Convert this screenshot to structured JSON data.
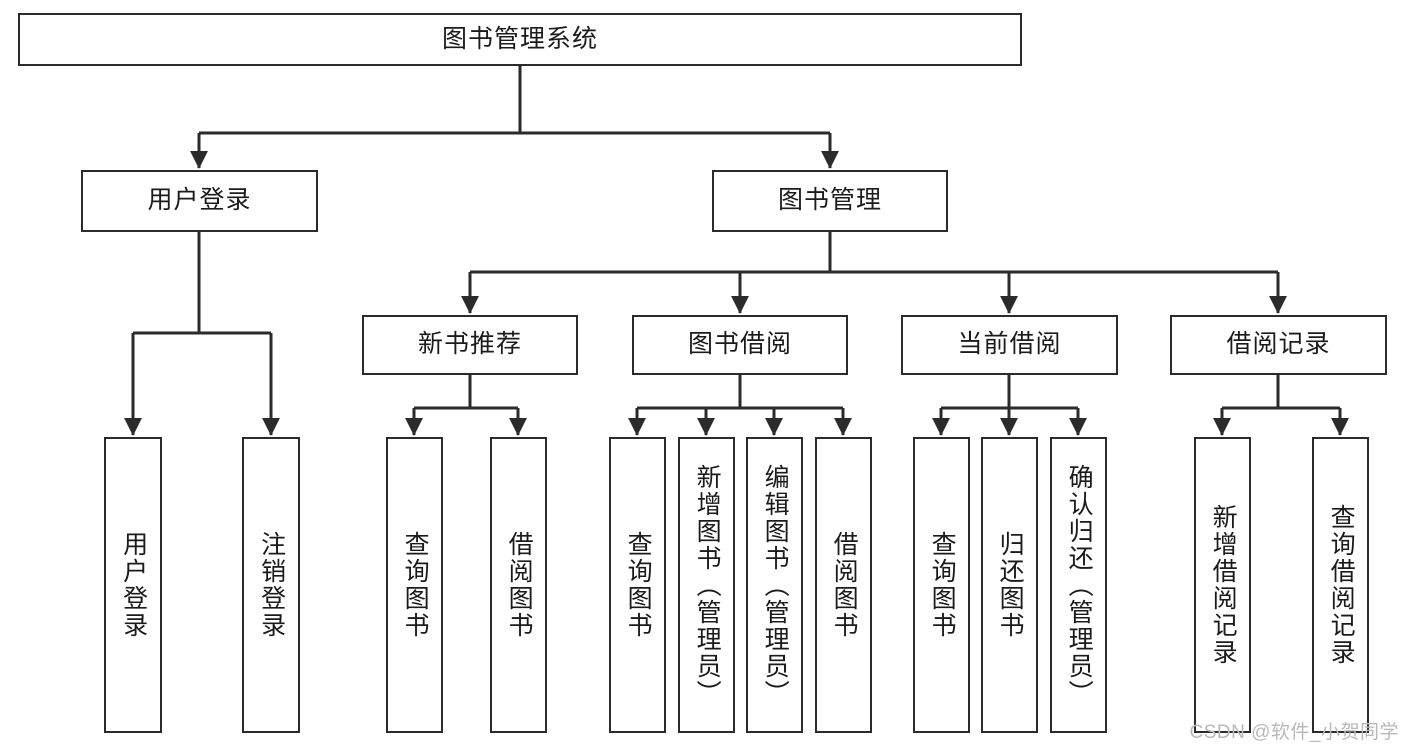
{
  "diagram": {
    "type": "tree",
    "title": "图书管理系统",
    "root": {
      "id": "root",
      "label": "图书管理系统"
    },
    "level2": [
      {
        "id": "user-login",
        "label": "用户登录"
      },
      {
        "id": "book-manage",
        "label": "图书管理"
      }
    ],
    "level3": [
      {
        "id": "new-book-recommend",
        "label": "新书推荐",
        "parent": "book-manage"
      },
      {
        "id": "book-borrow",
        "label": "图书借阅",
        "parent": "book-manage"
      },
      {
        "id": "current-borrow",
        "label": "当前借阅",
        "parent": "book-manage"
      },
      {
        "id": "borrow-record",
        "label": "借阅记录",
        "parent": "book-manage"
      }
    ],
    "leaves": [
      {
        "id": "leaf-user-login",
        "label": "用户登录",
        "parent": "user-login"
      },
      {
        "id": "leaf-user-logout",
        "label": "注销登录",
        "parent": "user-login"
      },
      {
        "id": "leaf-query-book-1",
        "label": "查询图书",
        "parent": "new-book-recommend"
      },
      {
        "id": "leaf-borrow-book-1",
        "label": "借阅图书",
        "parent": "new-book-recommend"
      },
      {
        "id": "leaf-query-book-2",
        "label": "查询图书",
        "parent": "book-borrow"
      },
      {
        "id": "leaf-add-book",
        "label": "新增图书（管理员）",
        "parent": "book-borrow"
      },
      {
        "id": "leaf-edit-book",
        "label": "编辑图书（管理员）",
        "parent": "book-borrow"
      },
      {
        "id": "leaf-borrow-book-2",
        "label": "借阅图书",
        "parent": "book-borrow"
      },
      {
        "id": "leaf-query-book-3",
        "label": "查询图书",
        "parent": "current-borrow"
      },
      {
        "id": "leaf-return-book",
        "label": "归还图书",
        "parent": "current-borrow"
      },
      {
        "id": "leaf-confirm-return",
        "label": "确认归还（管理员）",
        "parent": "current-borrow"
      },
      {
        "id": "leaf-add-record",
        "label": "新增借阅记录",
        "parent": "borrow-record"
      },
      {
        "id": "leaf-query-record",
        "label": "查询借阅记录",
        "parent": "borrow-record"
      }
    ],
    "colors": {
      "stroke": "#2b2b2b",
      "fill": "#ffffff",
      "text": "#1b1b1b",
      "watermark": "#b9b9b9"
    }
  },
  "watermark": {
    "text": "CSDN @软件_小贺同学"
  }
}
